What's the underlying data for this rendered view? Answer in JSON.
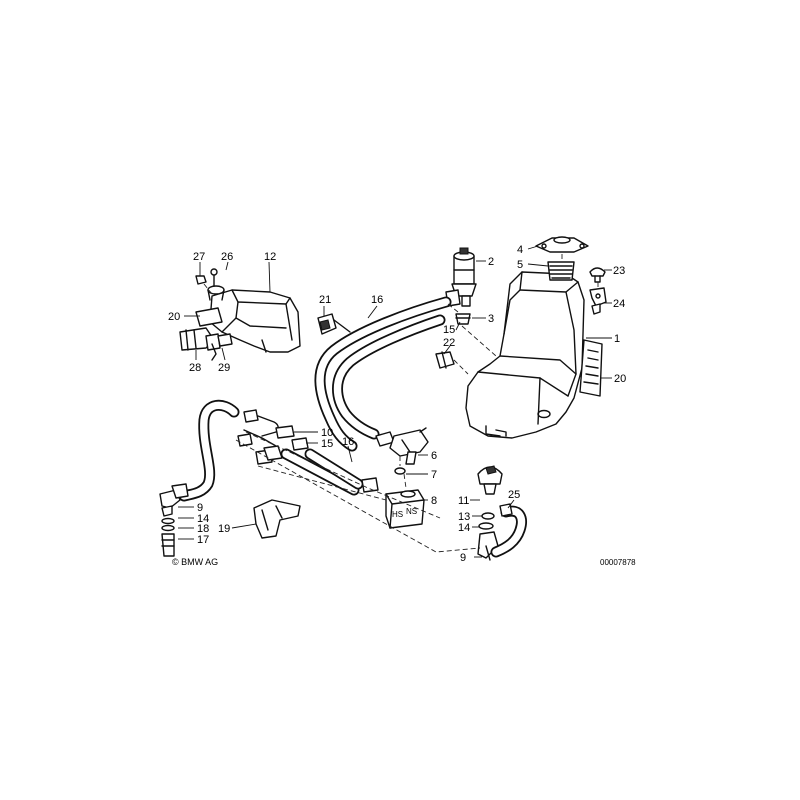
{
  "copyright": "© BMW AG",
  "drawing_number": "00007878",
  "valve_marks": [
    "HS",
    "NS"
  ],
  "callouts": [
    {
      "id": "c1",
      "text": "1"
    },
    {
      "id": "c2",
      "text": "2"
    },
    {
      "id": "c3",
      "text": "3"
    },
    {
      "id": "c4",
      "text": "4"
    },
    {
      "id": "c5",
      "text": "5"
    },
    {
      "id": "c6",
      "text": "6"
    },
    {
      "id": "c7",
      "text": "7"
    },
    {
      "id": "c8",
      "text": "8"
    },
    {
      "id": "c9a",
      "text": "9"
    },
    {
      "id": "c9b",
      "text": "9"
    },
    {
      "id": "c10",
      "text": "10"
    },
    {
      "id": "c11",
      "text": "11"
    },
    {
      "id": "c12",
      "text": "12"
    },
    {
      "id": "c13",
      "text": "13"
    },
    {
      "id": "c14a",
      "text": "14"
    },
    {
      "id": "c14b",
      "text": "14"
    },
    {
      "id": "c15a",
      "text": "15"
    },
    {
      "id": "c15b",
      "text": "15"
    },
    {
      "id": "c16a",
      "text": "16"
    },
    {
      "id": "c16b",
      "text": "16"
    },
    {
      "id": "c17",
      "text": "17"
    },
    {
      "id": "c18",
      "text": "18"
    },
    {
      "id": "c19",
      "text": "19"
    },
    {
      "id": "c20a",
      "text": "20"
    },
    {
      "id": "c20b",
      "text": "20"
    },
    {
      "id": "c21",
      "text": "21"
    },
    {
      "id": "c22",
      "text": "22"
    },
    {
      "id": "c23",
      "text": "23"
    },
    {
      "id": "c24",
      "text": "24"
    },
    {
      "id": "c25",
      "text": "25"
    },
    {
      "id": "c26",
      "text": "26"
    },
    {
      "id": "c27",
      "text": "27"
    },
    {
      "id": "c28",
      "text": "28"
    },
    {
      "id": "c29",
      "text": "29"
    }
  ]
}
